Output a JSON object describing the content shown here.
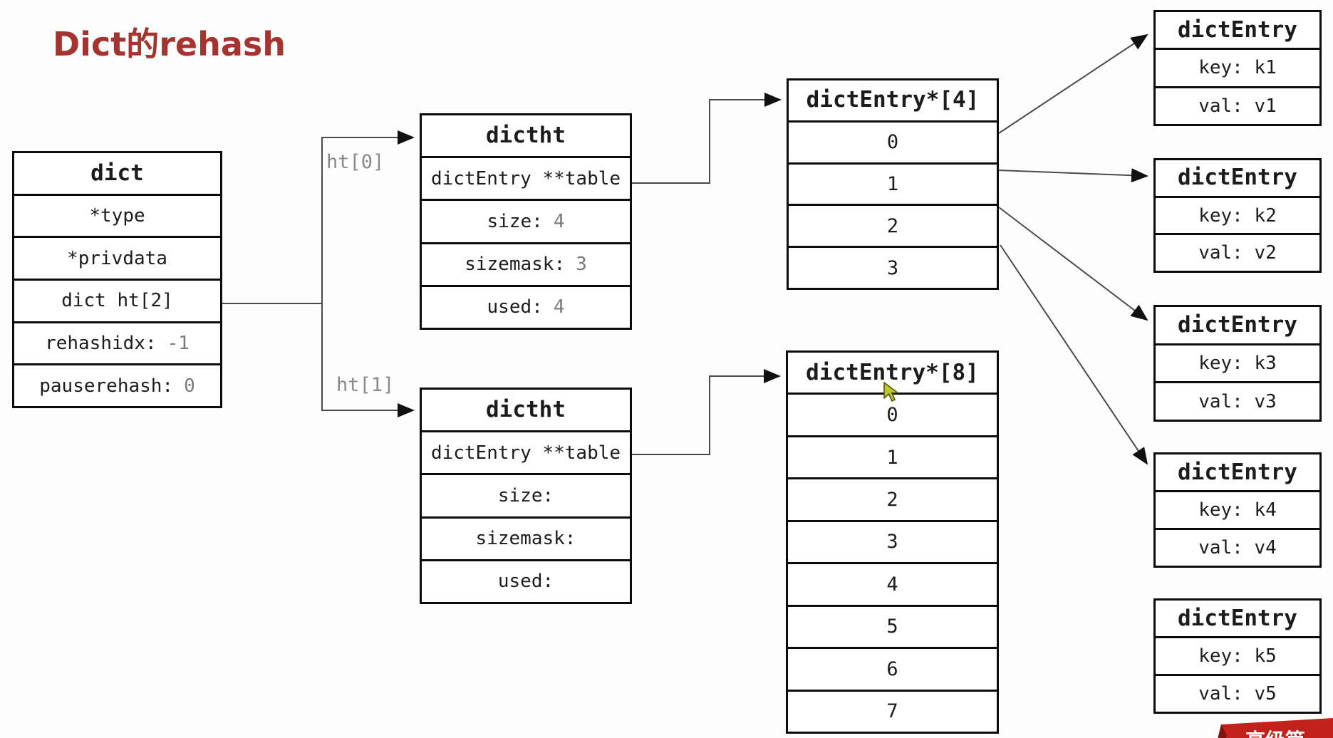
{
  "title": "Dict的rehash",
  "colors": {
    "title_red": "#a33430",
    "box_border": "#0c0c0c",
    "wire_gray": "#4a4a4a",
    "muted_value_gray": "#7a7a7a",
    "pointer_label_gray": "#8a8a8a",
    "ribbon_red": "#c2211c",
    "ribbon_fold_dark_red": "#7e1210",
    "cursor_yellow_green": "#bcc72a"
  },
  "dict_box": {
    "header": "dict",
    "rows": [
      {
        "label": "*type",
        "value": ""
      },
      {
        "label": "*privdata",
        "value": ""
      },
      {
        "label": "dict ht[2]",
        "value": ""
      },
      {
        "label": "rehashidx:",
        "value": "-1"
      },
      {
        "label": "pauserehash:",
        "value": "0"
      }
    ]
  },
  "pointer_labels": {
    "ht0": "ht[0]",
    "ht1": "ht[1]"
  },
  "dictht_top": {
    "header": "dictht",
    "rows": [
      {
        "label": "dictEntry **table",
        "value": ""
      },
      {
        "label": "size:",
        "value": "4"
      },
      {
        "label": "sizemask:",
        "value": "3"
      },
      {
        "label": "used:",
        "value": "4"
      }
    ]
  },
  "dictht_bottom": {
    "header": "dictht",
    "rows": [
      {
        "label": "dictEntry **table",
        "value": ""
      },
      {
        "label": "size:",
        "value": ""
      },
      {
        "label": "sizemask:",
        "value": ""
      },
      {
        "label": "used:",
        "value": ""
      }
    ]
  },
  "array4": {
    "header": "dictEntry*[4]",
    "slots": [
      "0",
      "1",
      "2",
      "3"
    ]
  },
  "array8": {
    "header": "dictEntry*[8]",
    "slots": [
      "0",
      "1",
      "2",
      "3",
      "4",
      "5",
      "6",
      "7"
    ]
  },
  "entries": [
    {
      "header": "dictEntry",
      "key": "key: k1",
      "val": "val: v1"
    },
    {
      "header": "dictEntry",
      "key": "key: k2",
      "val": "val: v2"
    },
    {
      "header": "dictEntry",
      "key": "key: k3",
      "val": "val: v3"
    },
    {
      "header": "dictEntry",
      "key": "key: k4",
      "val": "val: v4"
    },
    {
      "header": "dictEntry",
      "key": "key: k5",
      "val": "val: v5"
    }
  ],
  "ribbon": {
    "text": "高级篇"
  }
}
